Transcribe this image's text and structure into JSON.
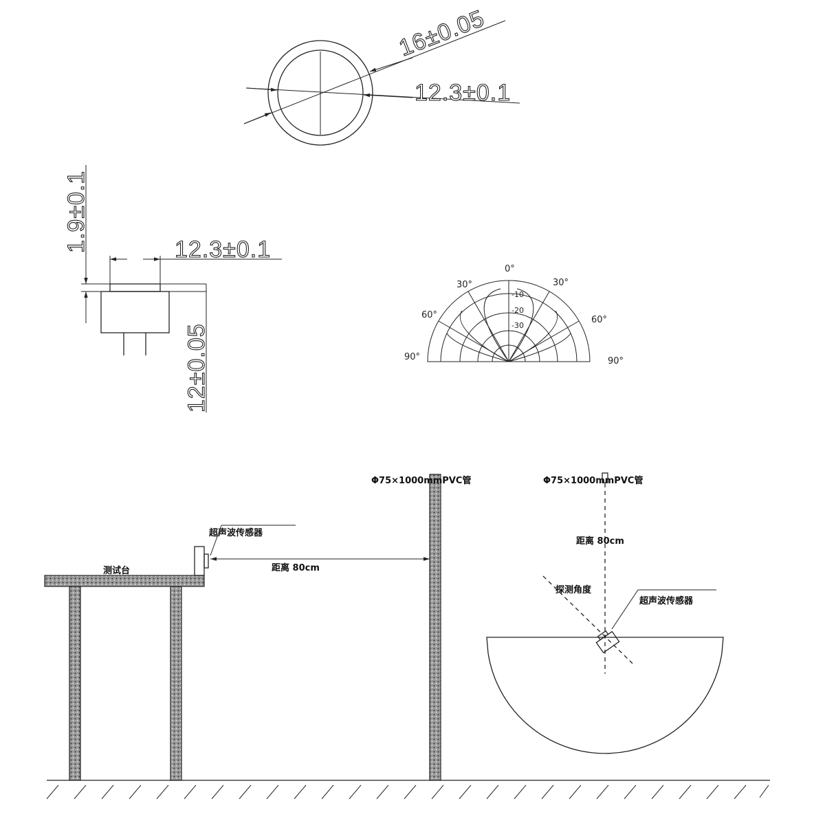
{
  "top_view": {
    "outer_dim": "16±0.05",
    "inner_dim": "12.3±0.1"
  },
  "side_view": {
    "height_dim": "1.9±0.1",
    "width_dim": "12.3±0.1",
    "length_dim": "12±0.05"
  },
  "directivity": {
    "angle_labels": [
      "0°",
      "30°",
      "30°",
      "60°",
      "60°",
      "90°",
      "90°"
    ],
    "db_labels": [
      "-10",
      "-20",
      "-30"
    ]
  },
  "setup": {
    "pipe_label_left": "Φ75×1000mmPVC管",
    "pipe_label_right": "Φ75×1000mmPVC管",
    "sensor_label_left": "超声波传感器",
    "sensor_label_right": "超声波传感器",
    "bench_label": "测试台",
    "distance_label_left": "距离 80cm",
    "distance_label_right": "距离 80cm",
    "angle_label": "探测角度"
  }
}
